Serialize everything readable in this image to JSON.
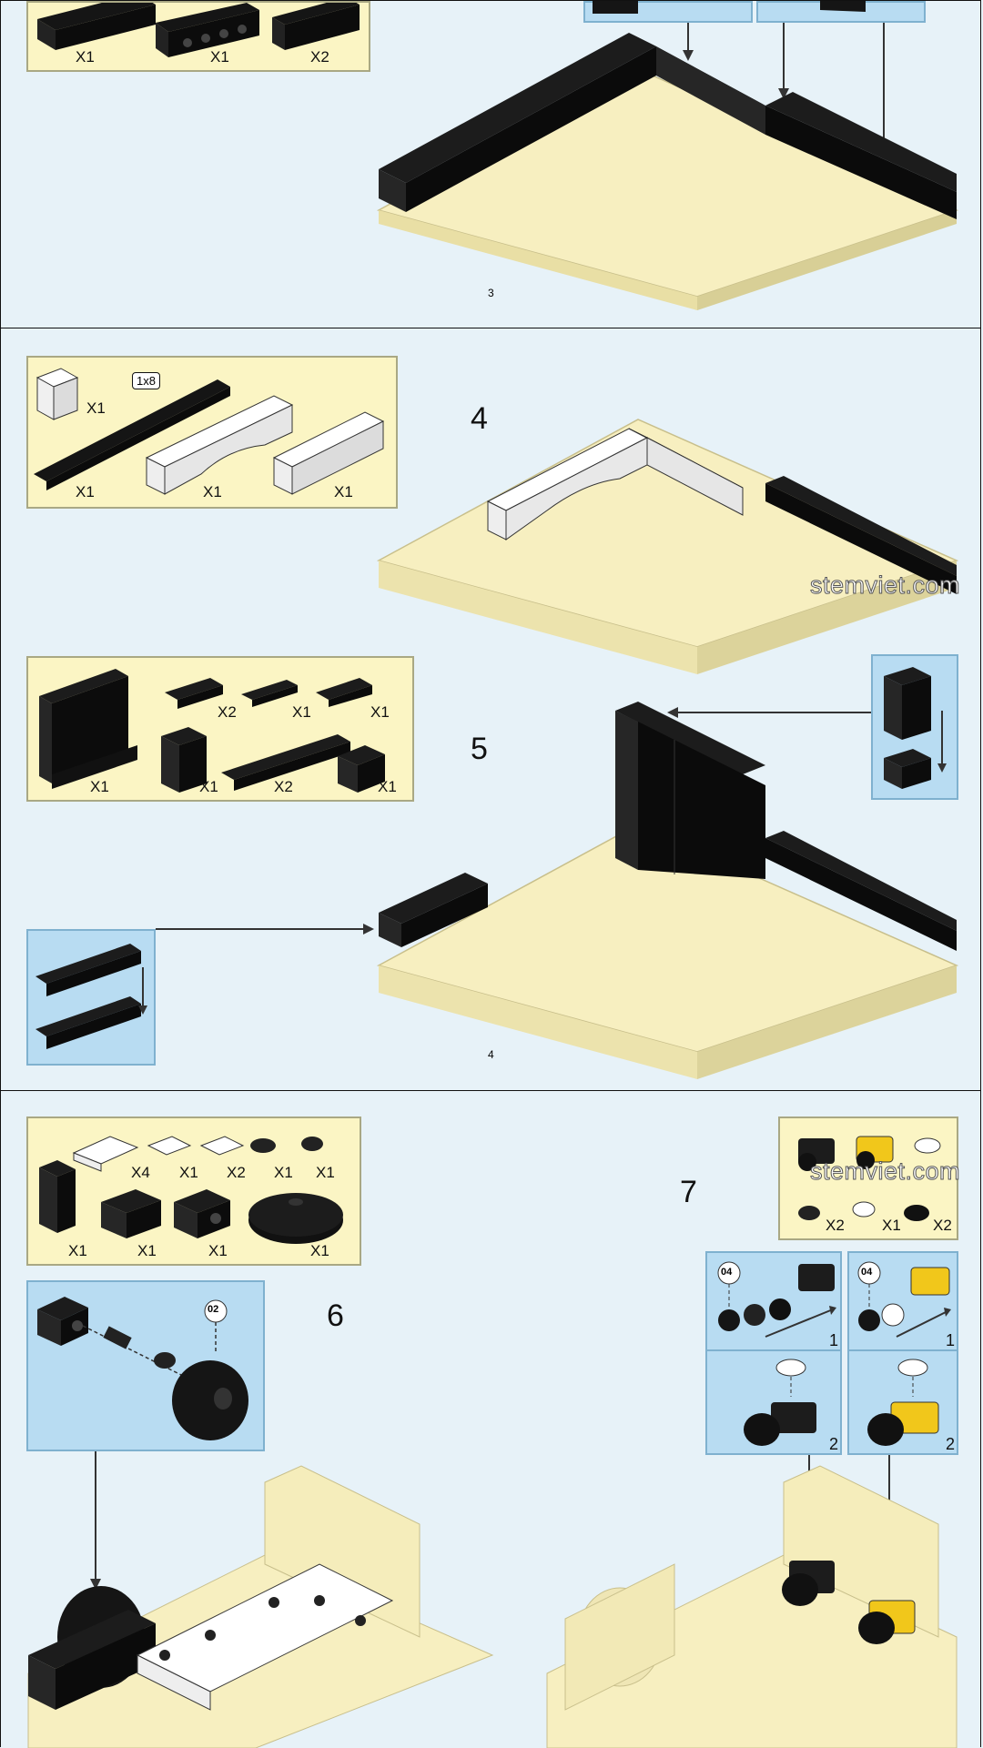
{
  "steps": {
    "step3": {
      "parts": [
        {
          "qty": "X1"
        },
        {
          "qty": "X1"
        },
        {
          "qty": "X2"
        }
      ],
      "page_number": "3"
    },
    "step4": {
      "number": "4",
      "size_tag": "1x8",
      "parts": [
        {
          "qty": "X1"
        },
        {
          "qty": "X1"
        },
        {
          "qty": "X1"
        },
        {
          "qty": "X1"
        }
      ]
    },
    "step5": {
      "number": "5",
      "page_number": "4",
      "parts": [
        {
          "qty": "X2"
        },
        {
          "qty": "X1"
        },
        {
          "qty": "X1"
        },
        {
          "qty": "X1"
        },
        {
          "qty": "X1"
        },
        {
          "qty": "X2"
        },
        {
          "qty": "X1"
        }
      ]
    },
    "step6": {
      "number": "6",
      "parts": [
        {
          "qty": "X4"
        },
        {
          "qty": "X1"
        },
        {
          "qty": "X2"
        },
        {
          "qty": "X1"
        },
        {
          "qty": "X1"
        },
        {
          "qty": "X1"
        },
        {
          "qty": "X1"
        },
        {
          "qty": "X1"
        },
        {
          "qty": "X1"
        }
      ],
      "badge": "02"
    },
    "step7": {
      "number": "7",
      "parts": [
        {
          "qty": "X2"
        },
        {
          "qty": "X1"
        },
        {
          "qty": "X2"
        }
      ],
      "badge_left": "04",
      "badge_right": "04",
      "sub_numbers": [
        "1",
        "2",
        "1",
        "2"
      ]
    }
  },
  "watermark": "stemviet.com",
  "colors": {
    "background": "#e7f2f8",
    "parts_box": "#fbf5c4",
    "callout_box": "#b8dcf2",
    "brick_black": "#151515",
    "plate_beige": "#f7efc0",
    "accent_yellow": "#f1c71b"
  }
}
